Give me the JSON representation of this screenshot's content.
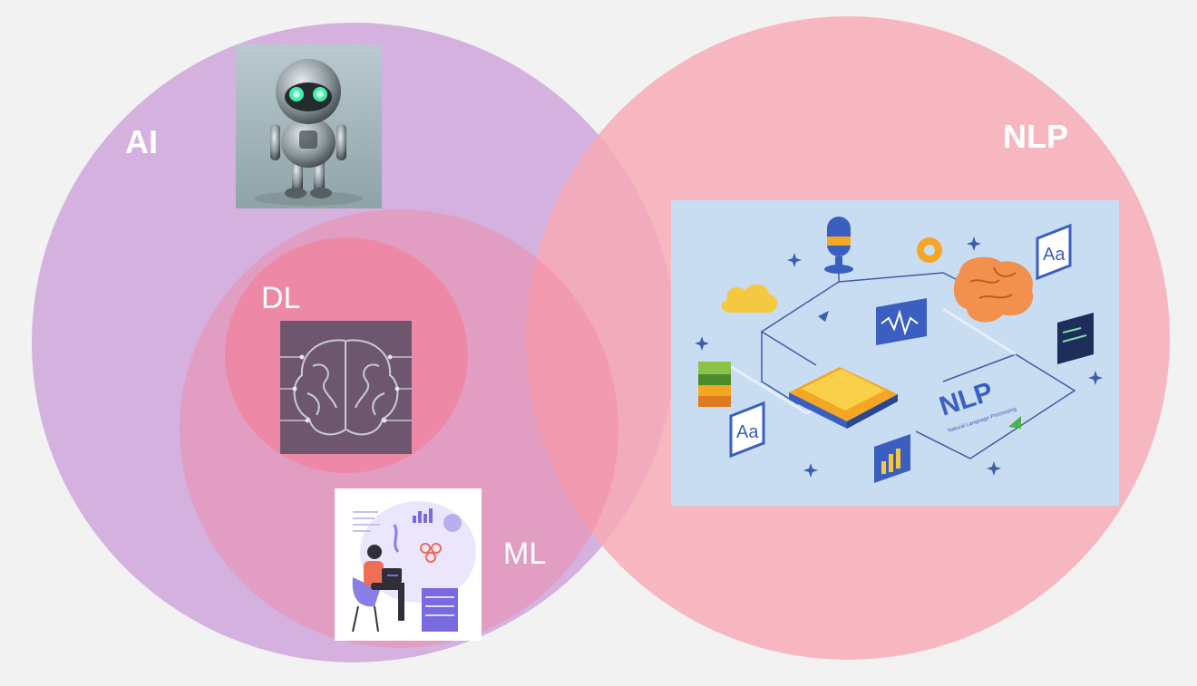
{
  "labels": {
    "ai": "AI",
    "nlp": "NLP",
    "dl": "DL",
    "ml": "ML"
  },
  "illustrations": {
    "nlp_chip_text": "NLP",
    "nlp_subtitle": "Natural Language Processing",
    "nlp_glyph": "Aa"
  },
  "colors": {
    "ai_circle": "#c896d7",
    "nlp_circle": "#f8aab6",
    "ml_circle": "#f587a0",
    "dl_circle": "#f57891",
    "label": "#ffffff",
    "background": "#f2f2f2"
  }
}
